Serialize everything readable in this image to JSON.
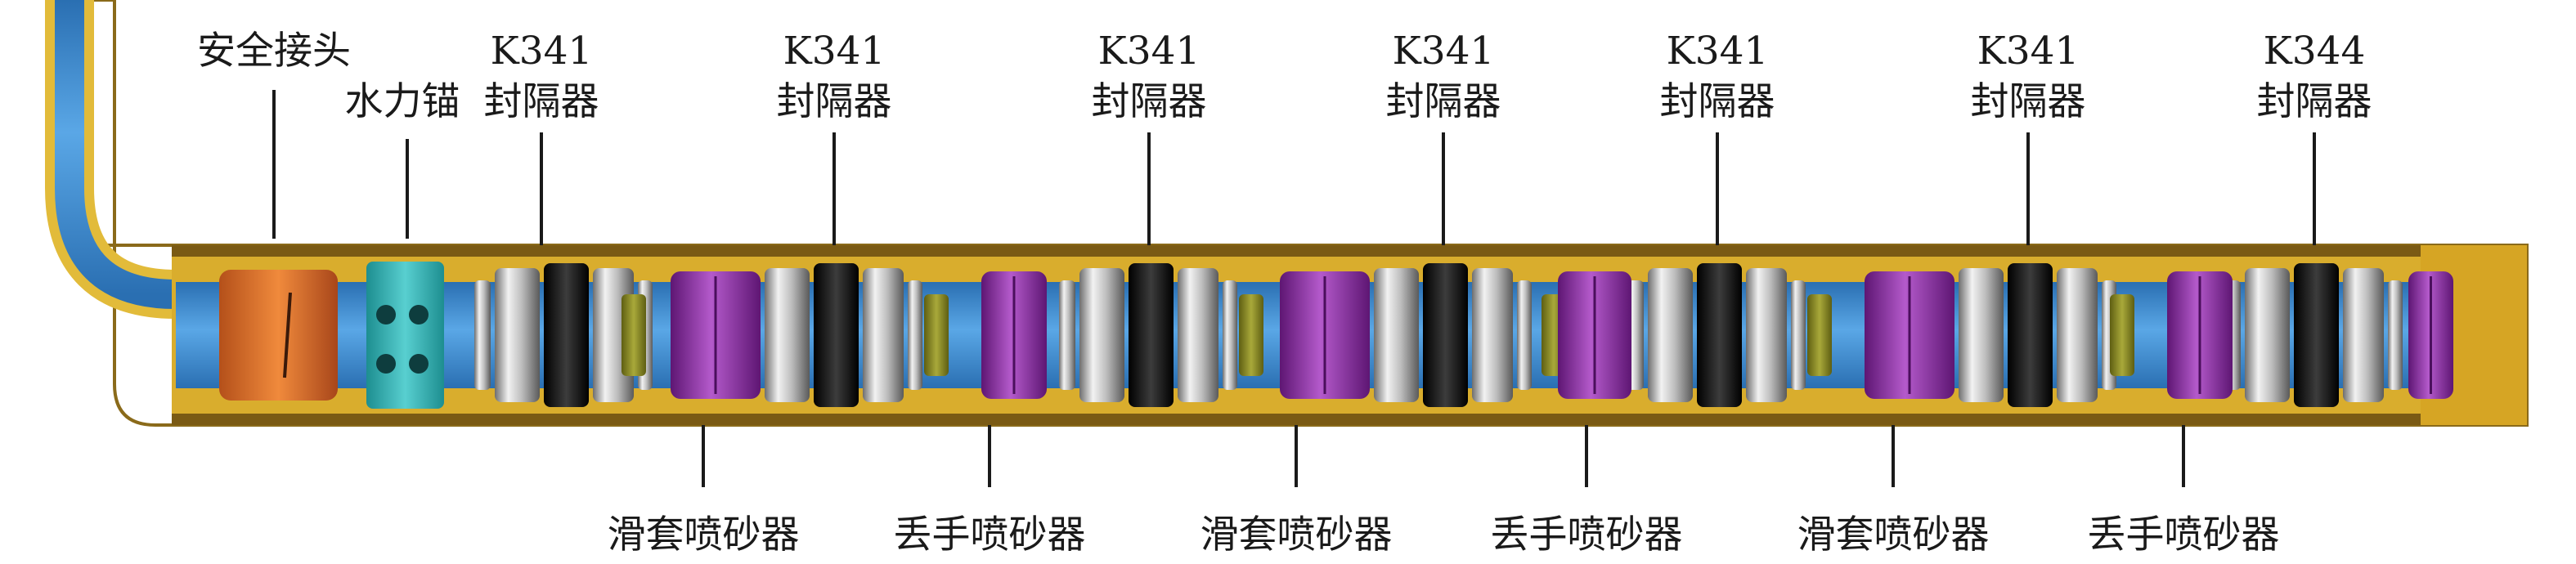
{
  "colors": {
    "pipe_blue": "#3a86c9",
    "casing_gold": "#d7a72a",
    "casing_fill": "#e2bb3a",
    "safety_joint": "#e2762a",
    "hydraulic_anchor": "#3ab3b5",
    "packer_black": "#1b1b1b",
    "packer_silver": "#c9c9c9",
    "sand_blaster": "#8a2a9f",
    "spacer_olive": "#8a8a22"
  },
  "labels_top": [
    {
      "id": "safety-joint",
      "lines": [
        "安全接头"
      ]
    },
    {
      "id": "hydraulic-anchor",
      "lines": [
        "水力锚"
      ]
    },
    {
      "id": "packer-1",
      "lines": [
        "K341",
        "封隔器"
      ]
    },
    {
      "id": "packer-2",
      "lines": [
        "K341",
        "封隔器"
      ]
    },
    {
      "id": "packer-3",
      "lines": [
        "K341",
        "封隔器"
      ]
    },
    {
      "id": "packer-4",
      "lines": [
        "K341",
        "封隔器"
      ]
    },
    {
      "id": "packer-5",
      "lines": [
        "K341",
        "封隔器"
      ]
    },
    {
      "id": "packer-6",
      "lines": [
        "K341",
        "封隔器"
      ]
    },
    {
      "id": "packer-7",
      "lines": [
        "K344",
        "封隔器"
      ]
    }
  ],
  "labels_bottom": [
    {
      "id": "sliding-sleeve-1",
      "text": "滑套喷砂器"
    },
    {
      "id": "drop-hand-1",
      "text": "丢手喷砂器"
    },
    {
      "id": "sliding-sleeve-2",
      "text": "滑套喷砂器"
    },
    {
      "id": "drop-hand-2",
      "text": "丢手喷砂器"
    },
    {
      "id": "sliding-sleeve-3",
      "text": "滑套喷砂器"
    },
    {
      "id": "drop-hand-3",
      "text": "丢手喷砂器"
    }
  ]
}
